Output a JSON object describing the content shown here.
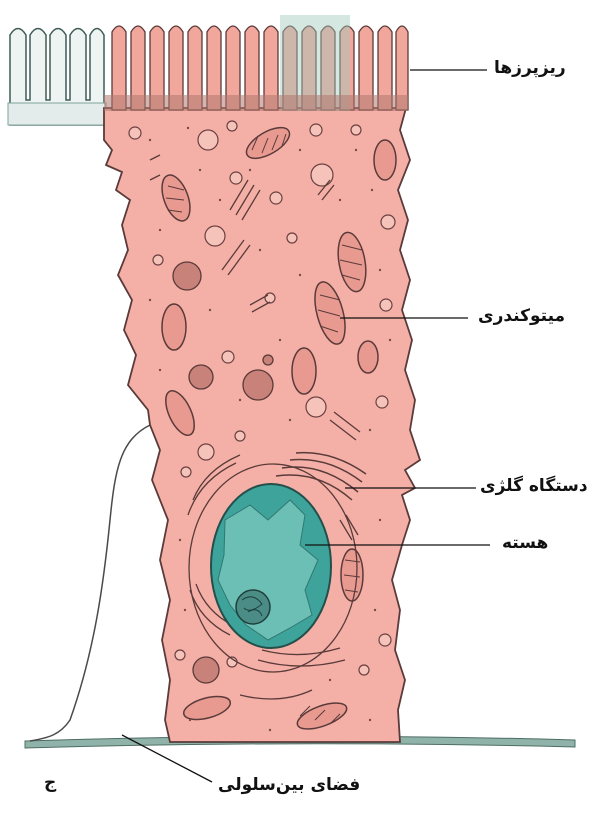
{
  "labels": {
    "microvilli": "ریزپرزها",
    "mitochondria": "میتوکندری",
    "golgi": "دستگاه گلژی",
    "nucleus": "هسته",
    "intercellular_space": "فضای بین‌سلولی"
  },
  "panel_letter": "ج",
  "colors": {
    "cytoplasm": "#f4b0a6",
    "cell_outline": "#5a3a3a",
    "nucleus": "#3ea39a",
    "neighbor_cell": "#e8f0ee",
    "basement_membrane": "#8fb3a8"
  }
}
